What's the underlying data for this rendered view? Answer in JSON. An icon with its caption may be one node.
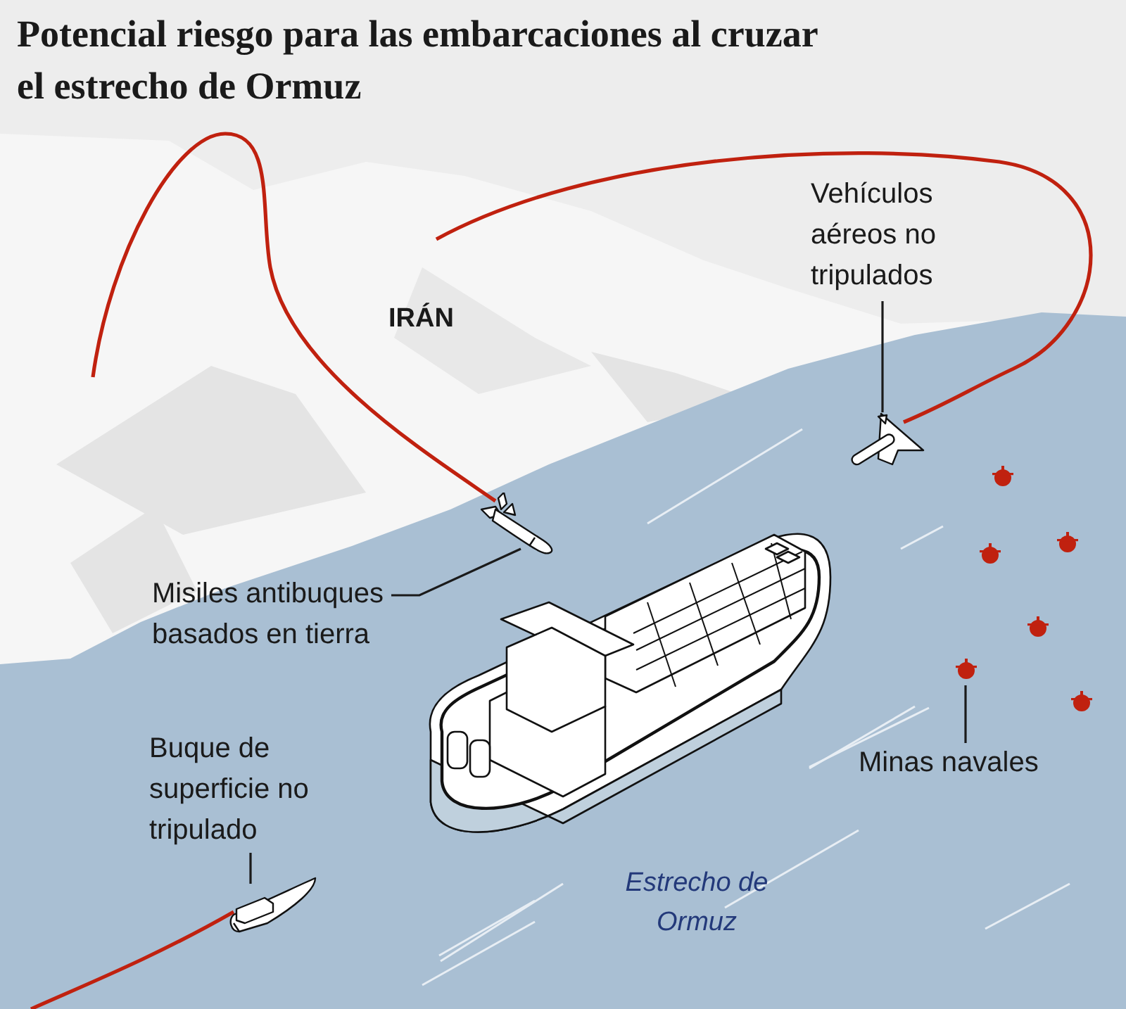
{
  "diagram": {
    "title": "Potencial riesgo para las embarcaciones al cruzar el estrecho de Ormuz",
    "nodes": [
      {
        "text": [
          "Vehículos aéreos no tripulados"
        ]
      },
      {
        "text": [],
        "shape": "picture"
      },
      {
        "text": [
          "Misiles antibuques basados en tierra"
        ]
      },
      {
        "text": [],
        "shape": "picture"
      },
      {
        "text": [
          "Buque de superficie no tripulado"
        ]
      },
      {
        "text": [],
        "shape": "picture"
      },
      {
        "text": [
          "Minas navales"
        ]
      },
      {
        "text": [],
        "shape": "circle"
      }
    ],
    "edges": [
      {
        "from": 0,
        "to": 1,
        "arrow": "none"
      },
      {
        "from": 2,
        "to": 3,
        "arrow": "none"
      },
      {
        "from": 4,
        "to": 5,
        "arrow": "none"
      },
      {
        "from": 6,
        "to": 7,
        "arrow": "none"
      },
      {
        "from": null,
        "to": 3,
        "arrow": "none",
        "color": "#c0210f"
      },
      {
        "from": null,
        "to": 1,
        "arrow": "none",
        "color": "#c0210f"
      },
      {
        "from": 5,
        "to": null,
        "arrow": "none",
        "color": "#c0210f"
      }
    ],
    "labels": [
      "IRÁN",
      "Estrecho de Ormuz"
    ]
  }
}
